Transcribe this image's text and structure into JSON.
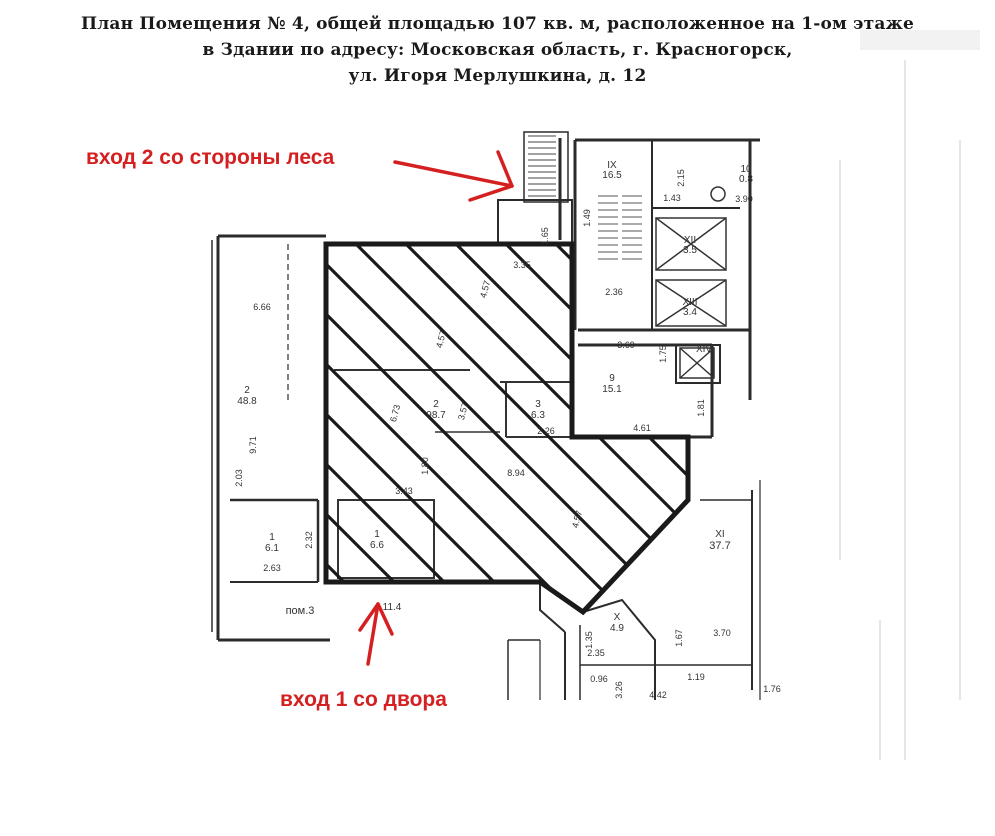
{
  "title": {
    "line1": "План Помещения № 4, общей площадью 107  кв. м, расположенное на 1-ом этаже",
    "line2": "в Здании по адресу: Московская область, г. Красногорск,",
    "line3": "ул. Игоря Мерлушкина, д. 12"
  },
  "annotations": {
    "entrance2": "вход 2 со стороны леса",
    "entrance1": "вход 1 со двора"
  },
  "colors": {
    "annotation": "#d42020",
    "walls": "#2b2b2b",
    "hatch": "#1a1a1a"
  },
  "rooms": [
    {
      "id": "IX",
      "name": "IX",
      "area": "16.5"
    },
    {
      "id": "10",
      "name": "10",
      "area": "0.8"
    },
    {
      "id": "XII",
      "name": "XII",
      "area": "3.5"
    },
    {
      "id": "XIII",
      "name": "XIII",
      "area": "3.4"
    },
    {
      "id": "XIV",
      "name": "XIV",
      "area": ""
    },
    {
      "id": "9",
      "name": "9",
      "area": "15.1"
    },
    {
      "id": "2a",
      "name": "2",
      "area": "48.8"
    },
    {
      "id": "2b",
      "name": "2",
      "area": "98.7"
    },
    {
      "id": "3",
      "name": "3",
      "area": "6.3"
    },
    {
      "id": "1a",
      "name": "1",
      "area": "6.1"
    },
    {
      "id": "1b",
      "name": "1",
      "area": "6.6"
    },
    {
      "id": "XI",
      "name": "XI",
      "area": "37.7"
    },
    {
      "id": "X",
      "name": "X",
      "area": "4.9"
    }
  ],
  "dimensions": [
    "3.35",
    "4.57",
    "4.57",
    "3.57",
    "6.66",
    "9.71",
    "2.03",
    "2.32",
    "3.43",
    "1.80",
    "8.94",
    "4.61",
    "2.36",
    "1.43",
    "2.15",
    "3.90",
    "3.69",
    "1.75",
    "1.81",
    "1.49",
    "2.63",
    "3.70",
    "1.67",
    "1.35",
    "2.35",
    "0.96",
    "3.26",
    "4.42",
    "1.19",
    "1.76",
    "6.73",
    "2.26",
    "1.65",
    "4.57"
  ],
  "labels": {
    "pom3": "пом.3",
    "room_1b_sub": "11.4"
  }
}
